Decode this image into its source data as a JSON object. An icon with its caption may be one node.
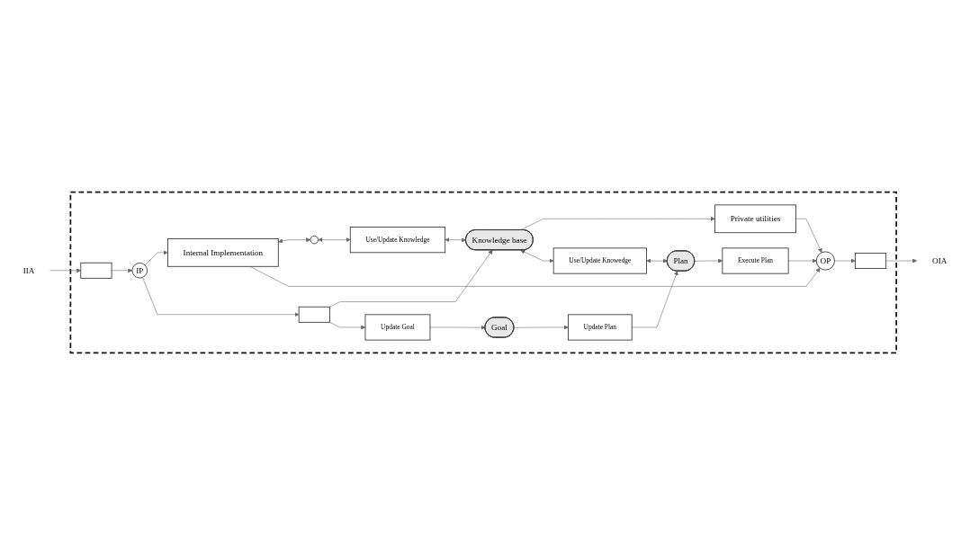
{
  "diagram": {
    "nodes": [
      {
        "text": [],
        "shape": "box"
      },
      {
        "text": [
          "IIA"
        ]
      },
      {
        "text": [],
        "shape": "bar",
        "in": 0
      },
      {
        "text": [
          "IP"
        ],
        "in": 0
      },
      {
        "text": [
          "Internal Implementation"
        ],
        "in": 0
      },
      {
        "text": [],
        "shape": "circle",
        "in": 0
      },
      {
        "text": [
          "Use/Update Knowledge"
        ],
        "in": 0
      },
      {
        "text": [
          "Private utilities"
        ],
        "in": 0
      },
      {
        "text": [
          "OP"
        ],
        "in": 0
      },
      {
        "text": [],
        "shape": "bar",
        "in": 0
      },
      {
        "text": [
          "OIA"
        ]
      },
      {
        "text": [],
        "shape": "bar",
        "in": 0
      },
      {
        "text": [
          "Knowledge base"
        ],
        "in": 0
      },
      {
        "text": [
          "Update Goal"
        ],
        "in": 0
      },
      {
        "text": [
          "Use/Update Knowedge"
        ],
        "in": 0
      },
      {
        "text": [
          "Execute Plan"
        ],
        "in": 0
      },
      {
        "text": [
          "Goal"
        ],
        "in": 0
      },
      {
        "text": [
          "Update Plan"
        ],
        "in": 0
      },
      {
        "text": [
          "Plan"
        ],
        "in": 0
      }
    ],
    "edges": [
      {
        "from": 1,
        "to": 2,
        "arrow": "to"
      },
      {
        "from": 2,
        "to": 3,
        "arrow": "to"
      },
      {
        "from": 3,
        "to": 4,
        "arrow": "to"
      },
      {
        "from": 4,
        "to": 5,
        "arrow": "both"
      },
      {
        "from": 5,
        "to": 6,
        "arrow": "both"
      },
      {
        "from": 6,
        "to": 12,
        "arrow": "both"
      },
      {
        "from": 3,
        "to": 11,
        "arrow": "to"
      },
      {
        "from": 11,
        "to": 12,
        "arrow": "to"
      },
      {
        "from": 11,
        "to": 13,
        "arrow": "to"
      },
      {
        "from": 12,
        "to": 7,
        "arrow": "to"
      },
      {
        "from": 7,
        "to": 8,
        "arrow": "to"
      },
      {
        "from": 4,
        "to": 8,
        "arrow": "to"
      },
      {
        "from": 8,
        "to": 9,
        "arrow": "to"
      },
      {
        "from": 9,
        "to": 10,
        "arrow": "to"
      },
      {
        "from": 12,
        "to": 14,
        "arrow": "both"
      },
      {
        "from": 14,
        "to": 18,
        "arrow": "both"
      },
      {
        "from": 13,
        "to": 16,
        "arrow": "to"
      },
      {
        "from": 16,
        "to": 17,
        "arrow": "to"
      },
      {
        "from": 17,
        "to": 18,
        "arrow": "to"
      },
      {
        "from": 18,
        "to": 15,
        "arrow": "to"
      },
      {
        "from": 15,
        "to": 8,
        "arrow": "to"
      }
    ]
  }
}
